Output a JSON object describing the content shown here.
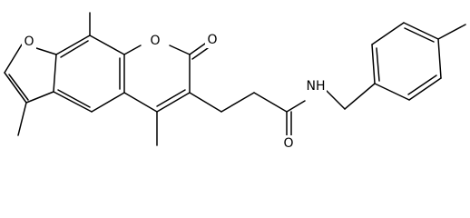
{
  "molecule": {
    "atom_labels": {
      "furan_oxygen": "O",
      "pyranone_ring_oxygen": "O",
      "lactone_carbonyl_oxygen": "O",
      "amide_carbonyl_oxygen": "O",
      "amide_nitrogen": "NH"
    },
    "colors": {
      "bonds": "#000000",
      "labels": "#000000",
      "background": "#ffffff"
    }
  }
}
